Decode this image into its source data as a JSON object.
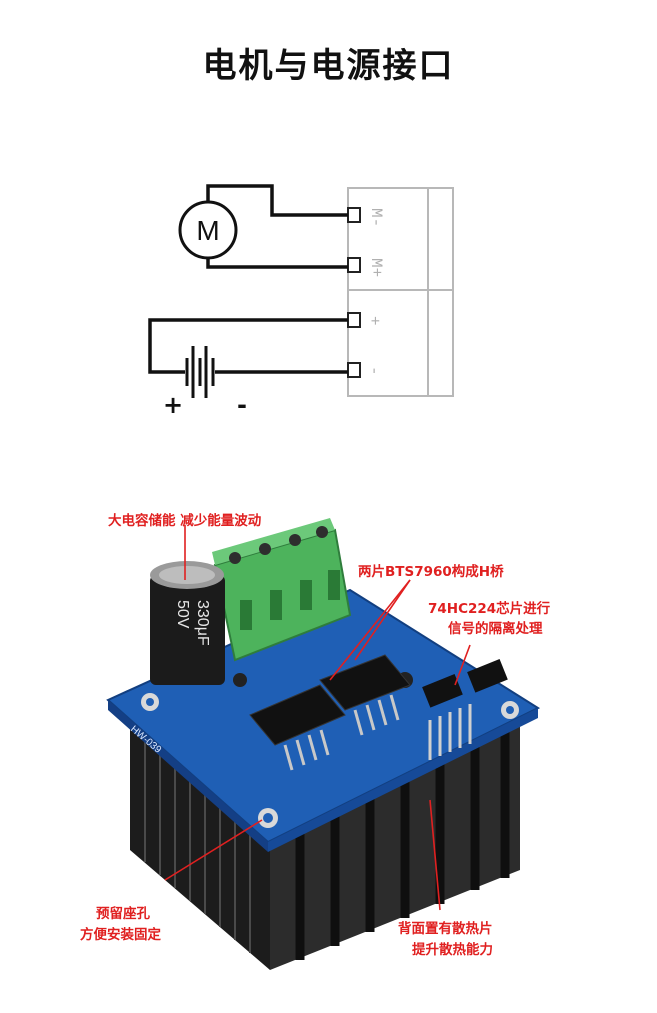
{
  "title": "电机与电源接口",
  "wiring": {
    "motor_symbol": "M",
    "terminal_labels": [
      "M-",
      "M+",
      "+",
      "-"
    ],
    "battery_plus": "+",
    "battery_minus": "-"
  },
  "board": {
    "capacitor_text": [
      "330μF",
      "50V"
    ],
    "model_label": "HW-039"
  },
  "annotations": {
    "capacitor": "大电容储能 减少能量波动",
    "h_bridge": "两片BTS7960构成H桥",
    "isolation_line1": "74HC224芯片进行",
    "isolation_line2": "信号的隔离处理",
    "mount_line1": "预留座孔",
    "mount_line2": "方便安装固定",
    "heatsink_line1": "背面置有散热片",
    "heatsink_line2": "提升散热能力"
  },
  "colors": {
    "pcb": "#1f5fb5",
    "terminal_block": "#4db35c",
    "heatsink": "#2a2a2a",
    "annotation": "#e02020"
  }
}
